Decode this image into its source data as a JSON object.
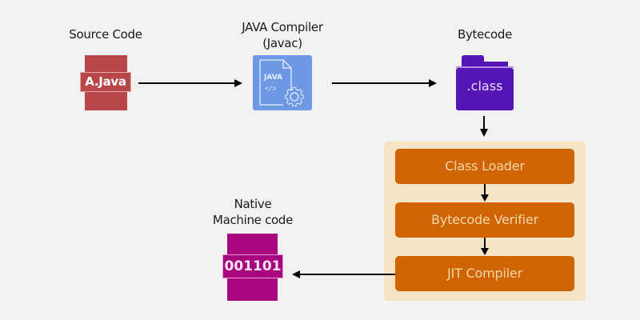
{
  "colors": {
    "background": "#f2f2f3",
    "source": "#b8474a",
    "compiler": "#6e97e4",
    "bytecode": "#5514b4",
    "jvm_panel": "#f7e4c5",
    "jvm_box": "#cf6502",
    "native": "#a8067f",
    "arrow": "#000000"
  },
  "nodes": {
    "source": {
      "title": "Source Code",
      "icon_text": "A.Java",
      "icon": "document-icon"
    },
    "compiler": {
      "title_line1": "JAVA Compiler",
      "title_line2": "(Javac)",
      "icon_text": "JAVA",
      "icon_code": "</>",
      "icon": "java-file-gear-icon"
    },
    "bytecode": {
      "title": "Bytecode",
      "icon_text": ".class",
      "icon": "folder-icon"
    },
    "native": {
      "title_line1": "Native",
      "title_line2": "Machine code",
      "icon_text": "001101",
      "icon": "binary-document-icon"
    }
  },
  "jvm": {
    "steps": [
      {
        "label": "Class Loader"
      },
      {
        "label": "Bytecode Verifier"
      },
      {
        "label": "JIT Compiler"
      }
    ]
  },
  "edges": [
    {
      "from": "source",
      "to": "compiler"
    },
    {
      "from": "compiler",
      "to": "bytecode"
    },
    {
      "from": "bytecode",
      "to": "jvm.class-loader"
    },
    {
      "from": "jvm.class-loader",
      "to": "jvm.bytecode-verifier"
    },
    {
      "from": "jvm.bytecode-verifier",
      "to": "jvm.jit-compiler"
    },
    {
      "from": "jvm.jit-compiler",
      "to": "native"
    }
  ]
}
